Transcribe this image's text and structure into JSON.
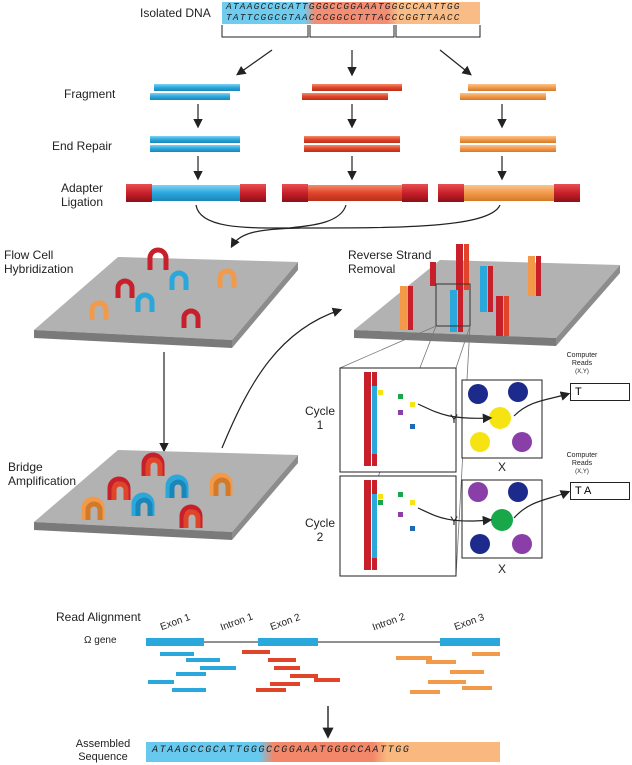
{
  "labels": {
    "isolated_dna": "Isolated DNA",
    "fragment": "Fragment",
    "end_repair": "End Repair",
    "adapter": "Adapter",
    "ligation": "Ligation",
    "flow_cell_1": "Flow Cell",
    "flow_cell_2": "Hybridization",
    "reverse_1": "Reverse Strand",
    "reverse_2": "Removal",
    "bridge_1": "Bridge",
    "bridge_2": "Amplification",
    "cycle1_a": "Cycle",
    "cycle1_b": "1",
    "cycle2_a": "Cycle",
    "cycle2_b": "2",
    "y1": "Y",
    "y2": "Y",
    "x1": "X",
    "x2": "X",
    "computer_1": "Computer",
    "reads_1": "Reads",
    "coord_1": "(X,Y)",
    "computer_2": "Computer",
    "reads_2": "Reads",
    "coord_2": "(X,Y)",
    "read_alignment": "Read Alignment",
    "gene": "Ω gene",
    "exon1": "Exon 1",
    "intron1": "Intron 1",
    "exon2": "Exon 2",
    "intron2": "Intron 2",
    "exon3": "Exon 3",
    "assembled_1": "Assembled",
    "assembled_2": "Sequence"
  },
  "sequences": {
    "top_strand": "ATAAGCCGCATTGGGCCGGAAATGGGCCAATTGG",
    "bottom_strand": "TATTCGGCGTAACCCGGCCTTTACCCGGTTAACC",
    "assembled": "ATAAGCCGCATTGGGCCGGAAATGGGCCAATTGG"
  },
  "reads": {
    "cycle1": "T",
    "cycle2": "T A"
  },
  "colors": {
    "blue": "#2aa8dc",
    "red": "#e0452a",
    "orange": "#f29a4a",
    "adapter": "#c8202a",
    "flowcell": "#a9a9a9",
    "navy": "#1c2a8c",
    "yellow": "#f5e412",
    "purple": "#8a3fa8",
    "green": "#18a84a",
    "exon": "#2aa8dc"
  }
}
